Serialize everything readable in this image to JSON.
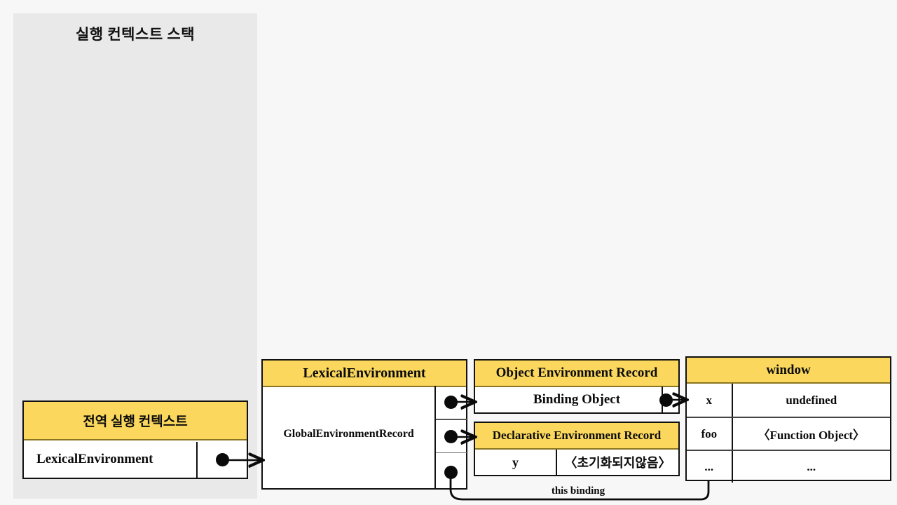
{
  "stack_panel": {
    "title": "실행 컨텍스트 스택",
    "background_color": "#e9e9e9"
  },
  "theme": {
    "page_background": "#f7f7f7",
    "header_yellow": "#fbd85d",
    "header_border": "#8a7520",
    "box_border": "#111111",
    "dot_color": "#0a0a0a"
  },
  "global_execution_context": {
    "header": "전역 실행 컨텍스트",
    "rows": [
      {
        "label": "LexicalEnvironment",
        "pointer": "dot"
      }
    ]
  },
  "lexical_environment": {
    "header": "LexicalEnvironment",
    "body_label": "GlobalEnvironmentRecord",
    "pointers": [
      "dot",
      "dot",
      "dot"
    ]
  },
  "object_environment_record": {
    "header": "Object Environment Record",
    "rows": [
      {
        "label": "Binding Object",
        "pointer": "dot"
      }
    ]
  },
  "declarative_environment_record": {
    "header": "Declarative Environment Record",
    "rows": [
      {
        "key": "y",
        "value": "〈초기화되지않음〉"
      }
    ]
  },
  "window_object": {
    "header": "window",
    "rows": [
      {
        "key": "x",
        "value": "undefined"
      },
      {
        "key": "foo",
        "value": "〈Function Object〉"
      },
      {
        "key": "...",
        "value": "..."
      }
    ]
  },
  "connectors": {
    "this_binding_label": "this binding"
  }
}
